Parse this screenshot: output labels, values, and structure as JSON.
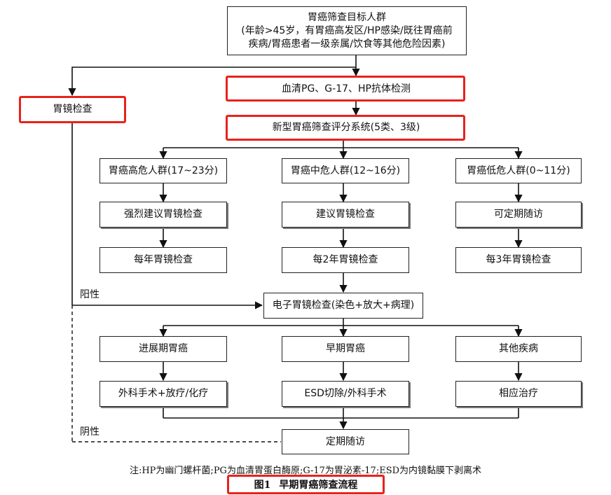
{
  "nodes": {
    "target_title": "胃癌筛查目标人群",
    "target_line2": "(年龄>45岁，有胃癌高发区/HP感染/既往胃癌前",
    "target_line3": "疾病/胃癌患者一级亲属/饮食等其他危险因素)",
    "serum_test": "血清PG、G-17、HP抗体检测",
    "gastroscopy_left": "胃镜检查",
    "score_system": "新型胃癌筛查评分系统(5类、3级)",
    "high_risk": "胃癌高危人群(17~23分)",
    "mid_risk": "胃癌中危人群(12~16分)",
    "low_risk": "胃癌低危人群(0~11分)",
    "strong_suggest": "强烈建议胃镜检查",
    "suggest": "建议胃镜检查",
    "periodic_followup": "可定期随访",
    "yearly": "每年胃镜检查",
    "biennial": "每2年胃镜检查",
    "triennial": "每3年胃镜检查",
    "electronic": "电子胃镜检查(染色+放大+病理)",
    "advanced_cancer": "进展期胃癌",
    "early_cancer": "早期胃癌",
    "other_disease": "其他疾病",
    "surgery_chemo": "外科手术+放疗/化疗",
    "esd": "ESD切除/外科手术",
    "treatment": "相应治疗",
    "regular_followup": "定期随访"
  },
  "labels": {
    "positive": "阳性",
    "negative": "阴性"
  },
  "footer": {
    "note": "注:HP为幽门螺杆菌;PG为血清胃蛋白酶原;G-17为胃泌素-17;ESD为内镜黏膜下剥离术",
    "figure_number": "图1",
    "figure_title": "早期胃癌筛查流程"
  },
  "colors": {
    "highlight": "#e8221c",
    "line": "#111111"
  }
}
